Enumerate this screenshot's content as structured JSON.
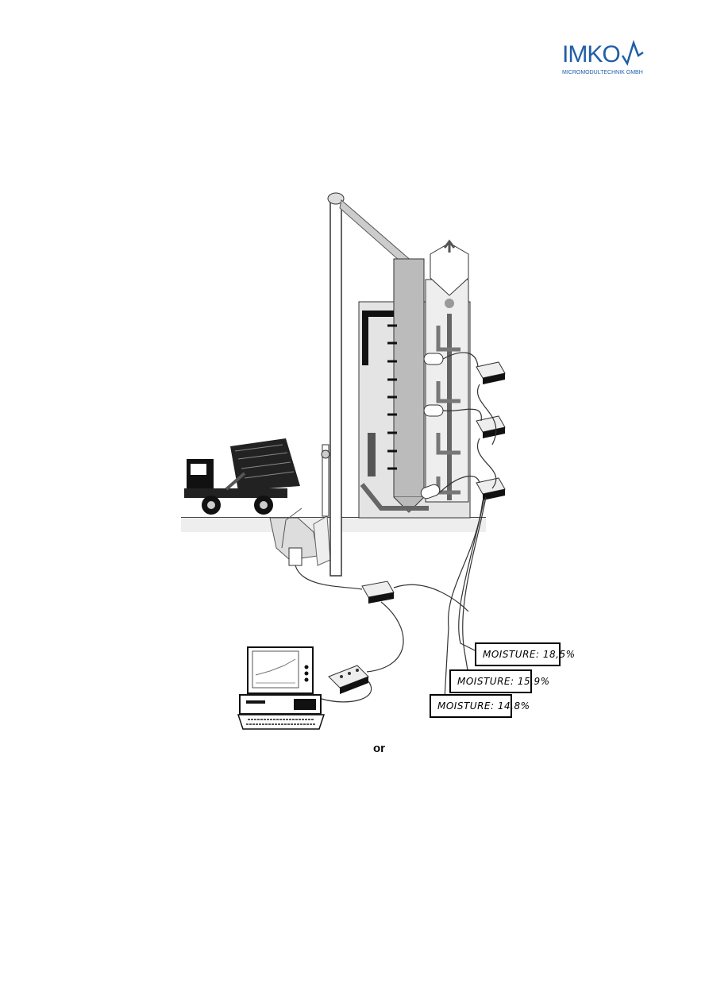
{
  "logo": {
    "brand": "IMKO",
    "subtitle": "MICROMODULTECHNIK GMBH",
    "color": "#1f5ea8"
  },
  "readouts": [
    {
      "label": "MOISTURE:",
      "value": "18,5%"
    },
    {
      "label": "MOISTURE:",
      "value": "15,9%"
    },
    {
      "label": "MOISTURE:",
      "value": "14,8%"
    }
  ],
  "caption": {
    "or": "or"
  }
}
